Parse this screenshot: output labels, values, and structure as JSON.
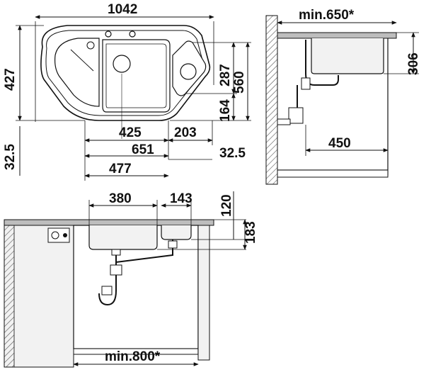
{
  "diagram": {
    "top_view": {
      "overall_width": "1042",
      "overall_depth": "427",
      "basin_depth": "287",
      "corner_depth": "560",
      "drain_offset": "164",
      "edge_offset_left": "32.5",
      "edge_offset_right": "32.5",
      "dim_425": "425",
      "dim_203": "203",
      "dim_651": "651",
      "dim_477": "477"
    },
    "side_view": {
      "min_cabinet_width": "min.650*",
      "bowl_height": "306",
      "drain_distance": "450"
    },
    "front_view": {
      "bowl_width": "380",
      "small_bowl_width": "143",
      "height_120": "120",
      "height_183": "183",
      "min_cabinet_width": "min.800*"
    }
  },
  "colors": {
    "line": "#111111",
    "hatch": "#555555",
    "fill_light": "#f2f2f2",
    "fill_gray": "#bdbdbd"
  }
}
